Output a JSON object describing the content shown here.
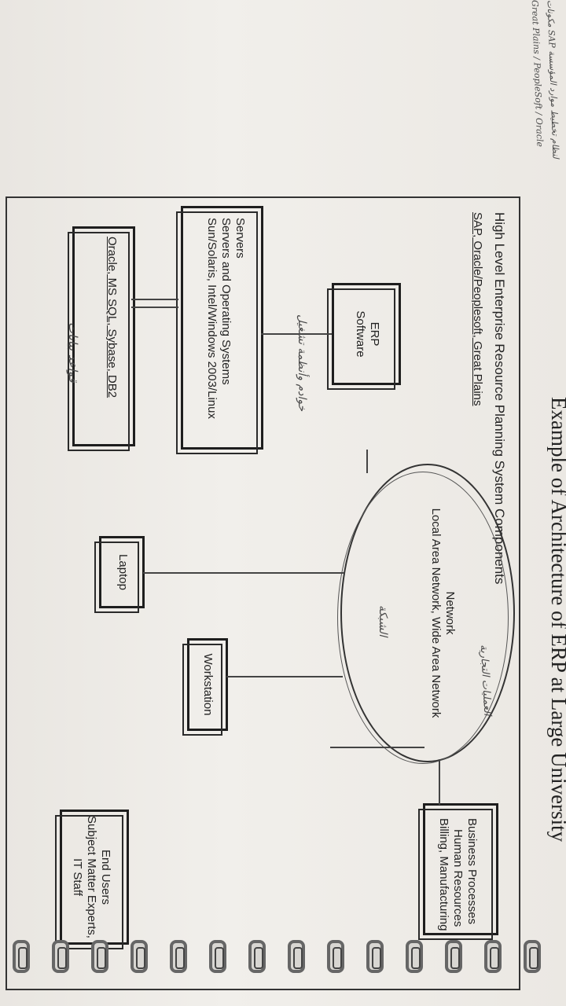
{
  "page": {
    "heading": "Example of Architecture of ERP at Large University"
  },
  "diagram": {
    "title": "High Level Enterprise Resource Planning System Components",
    "subtitle": "SAP, Oracle/Peoplesoft, Great Plains",
    "erp_box": [
      "ERP",
      "Software"
    ],
    "servers_box": [
      "Servers",
      "Servers and Operating Systems",
      "Sun/Solaris, Intel/Windows 2003/Linux"
    ],
    "database_box": [
      "Oracle, MS SQL, Sybase, DB2"
    ],
    "network": [
      "Network",
      "Local Area Network, Wide Area Network"
    ],
    "laptop": "Laptop",
    "workstation": "Workstation",
    "business_box": [
      "Business Processes",
      "Human Resources",
      "Billing, Manufacturing"
    ],
    "users_box": [
      "End Users",
      "Subject Matter Experts,",
      "IT Staff"
    ]
  },
  "handwriting": {
    "top_left_1": "مكونات SAP لنظام تخطيط موارد المؤسسة",
    "top_left_2": "Great Plains / PeopleSoft / Oracle",
    "database_note": "قواعد بيانات",
    "servers_note": "خوادم وأنظمة تشغيل",
    "network_note": "الشبكة",
    "business_note": "العمليات التجارية"
  }
}
